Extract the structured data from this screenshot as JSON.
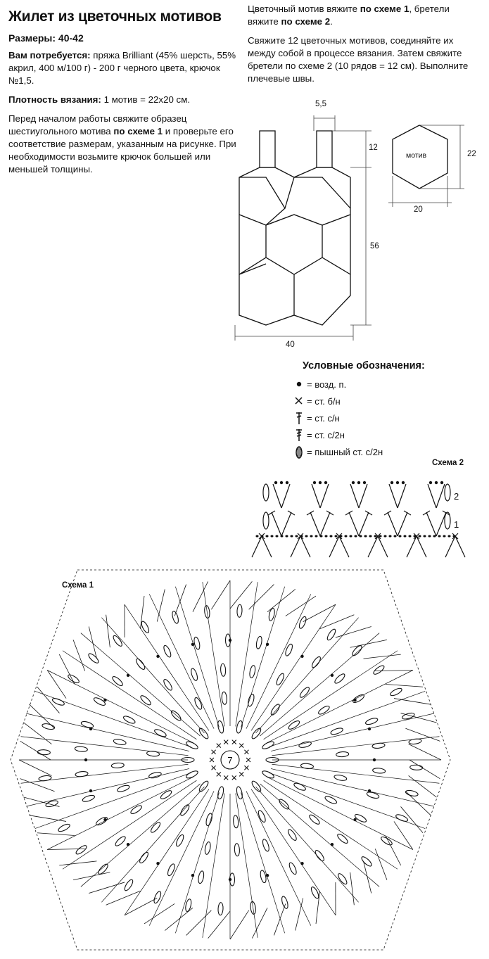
{
  "title": "Жилет из цветочных мотивов",
  "sizes": {
    "label": "Размеры:",
    "value": " 40-42"
  },
  "materials": {
    "label": "Вам потребуется:",
    "value": " пряжа Brilliant (45% шерсть, 55% акрил, 400 м/100 г) - 200 г черного цвета, крючок №1,5."
  },
  "gauge": {
    "label": "Плотность вязания:",
    "value": " 1 мотив = 22х20 см."
  },
  "intro": {
    "a": "Перед началом работы свяжите образец шестиугольного мотива ",
    "b": "по схеме 1",
    "c": " и проверьте его соответствие размерам, указанным на рисунке. При необходимости возьмите крючок большей или меньшей толщины."
  },
  "right_text": {
    "p1a": "Цветочный мотив вяжите ",
    "p1b": "по схеме 1",
    "p1c": ", бретели вяжите ",
    "p1d": "по схеме 2",
    "p1e": ".",
    "p2": "Свяжите 12 цветочных мотивов, соединяйте их между собой в процессе вязания. Затем свяжите бретели по схеме 2 (10 рядов = 12 см). Выполните плечевые швы."
  },
  "diagram": {
    "dim_strap": "5,5",
    "dim_top": "12",
    "dim_height": "56",
    "dim_width": "40",
    "motif_label": "мотив",
    "motif_h": "22",
    "motif_w": "20"
  },
  "legend": {
    "title": "Условные обозначения:",
    "items": [
      {
        "icon": "chain-dot-icon",
        "text": "= возд. п."
      },
      {
        "icon": "cross-icon",
        "text": "= ст. б/н"
      },
      {
        "icon": "dc-icon",
        "text": "= ст. с/н"
      },
      {
        "icon": "half-dc-icon",
        "text": "= ст. с/2н"
      },
      {
        "icon": "puff-icon",
        "text": "= пышный ст. с/2н"
      }
    ]
  },
  "schema2": {
    "title": "Схема 2",
    "row1": "1",
    "row2": "2"
  },
  "schema1": {
    "title": "Схема 1",
    "center": "7"
  }
}
